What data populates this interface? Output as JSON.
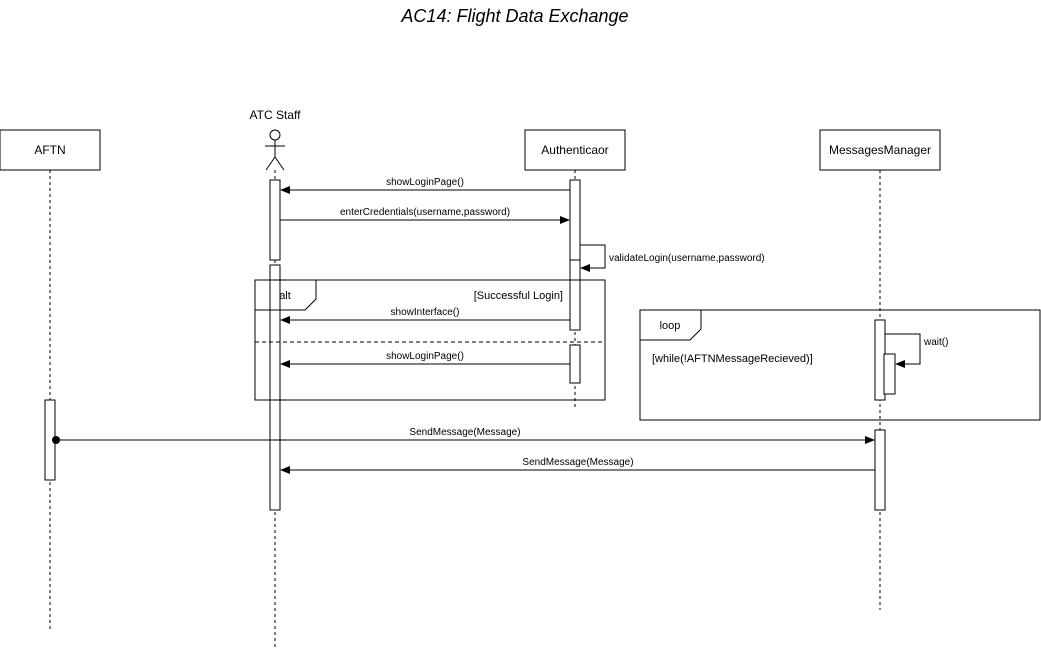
{
  "title": "AC14: Flight Data Exchange",
  "participants": {
    "aftn": "AFTN",
    "atc_staff": "ATC Staff",
    "authenticator": "Authenticaor",
    "messages_manager": "MessagesManager"
  },
  "messages": {
    "m1": "showLoginPage()",
    "m2": "enterCredentials(username,password)",
    "m3": "validateLogin(username,password)",
    "m4": "showInterface()",
    "m5": "showLoginPage()",
    "m6": "wait()",
    "m7": "SendMessage(Message)",
    "m8": "SendMessage(Message)"
  },
  "fragments": {
    "alt": {
      "keyword": "alt",
      "guard": "[Successful Login]"
    },
    "loop": {
      "keyword": "loop",
      "guard": "[while(!AFTNMessageRecieved)]"
    }
  }
}
